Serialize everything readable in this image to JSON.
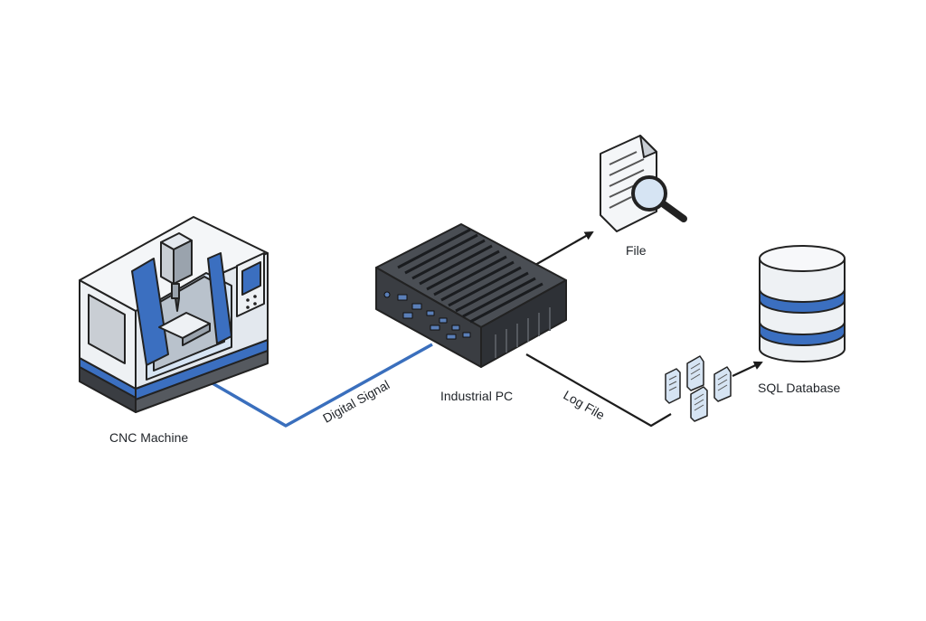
{
  "nodes": {
    "cnc": {
      "label": "CNC Machine"
    },
    "pc": {
      "label": "Industrial PC"
    },
    "file": {
      "label": "File"
    },
    "db": {
      "label": "SQL Database"
    }
  },
  "edges": {
    "digital_signal": {
      "label": "Digital Signal",
      "color": "#3a6fbd"
    },
    "log_file": {
      "label": "Log File",
      "color": "#1c1c1c"
    }
  },
  "colors": {
    "outline": "#222222",
    "accent_blue": "#3b6fc0",
    "light_blue": "#d6e4f3",
    "light_gray": "#eef1f4",
    "mid_gray": "#c9ced4",
    "dark_body": "#3a3d42"
  },
  "icons": [
    "cnc-machine-icon",
    "industrial-pc-icon",
    "document-search-icon",
    "database-icon",
    "log-files-icon"
  ]
}
